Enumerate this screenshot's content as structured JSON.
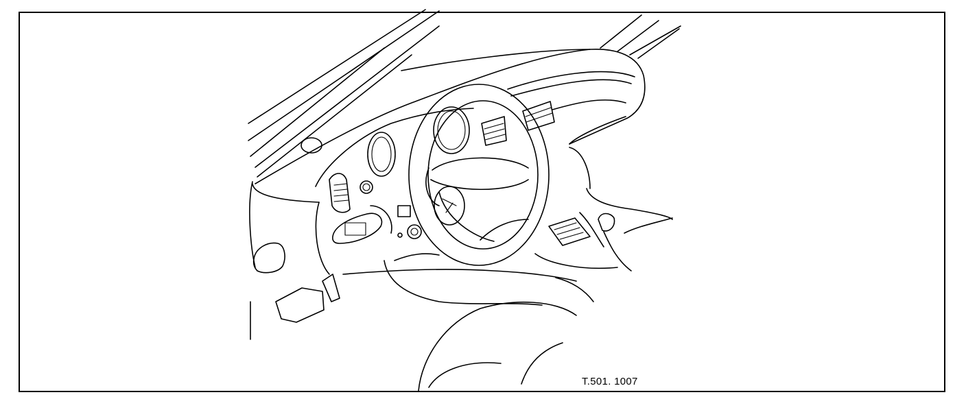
{
  "figure": {
    "reference_code": "T.501. 1007"
  },
  "icons": {
    "main": "dashboard-steering-wheel-line-art",
    "parts": [
      "windscreen-pillar",
      "dashboard",
      "steering-wheel",
      "instrument-cluster",
      "air-vent",
      "glovebox",
      "pedals",
      "gear-lever",
      "driver-seat"
    ]
  },
  "colors": {
    "line": "#000000",
    "background": "#ffffff"
  }
}
